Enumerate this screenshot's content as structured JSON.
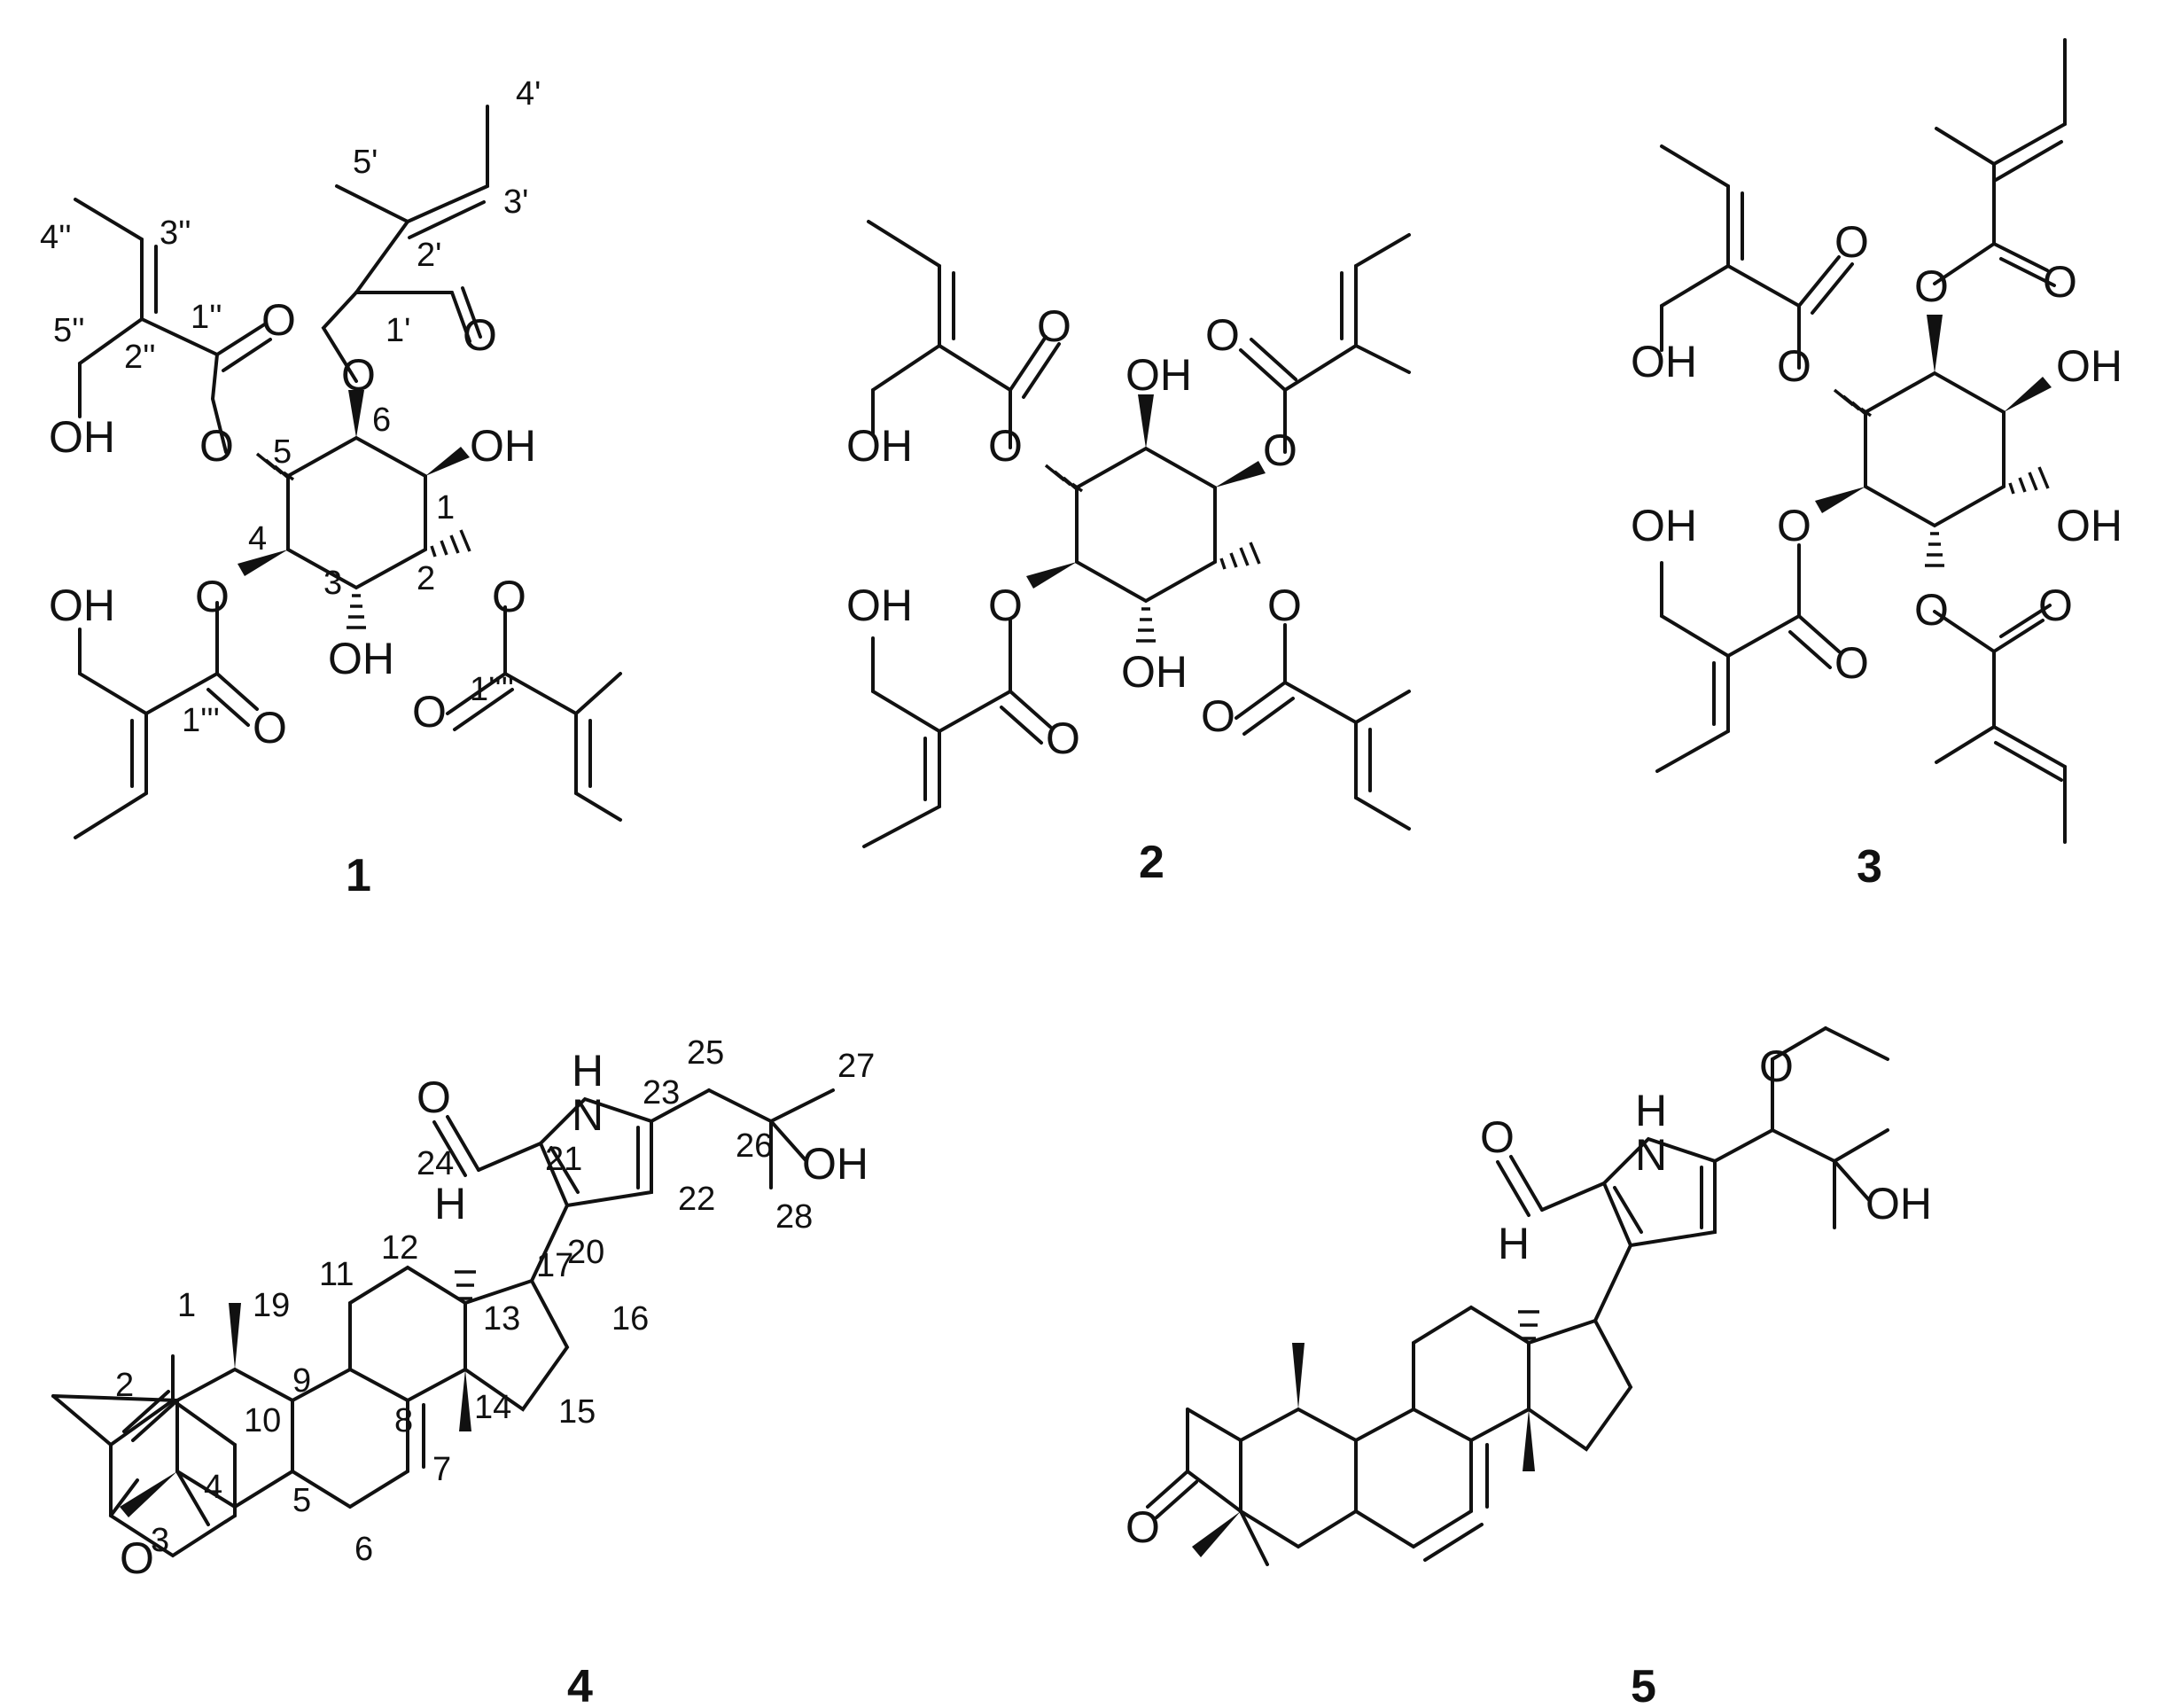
{
  "compounds": [
    {
      "id": "1"
    },
    {
      "id": "2"
    },
    {
      "id": "3"
    },
    {
      "id": "4"
    },
    {
      "id": "5"
    }
  ],
  "atom_labels": {
    "OH": "OH",
    "O": "O",
    "H": "H",
    "NH_N": "N",
    "NH_H": "H"
  },
  "locants_c1": {
    "l4p": "4'",
    "l5p": "5'",
    "l3p": "3'",
    "l2p": "2'",
    "l1p": "1'",
    "l4pp": "4''",
    "l3pp": "3''",
    "l5pp": "5''",
    "l2pp": "2''",
    "l1pp": "1''",
    "l1ppp": "1'''",
    "l1pppp": "1''''",
    "r1": "1",
    "r2": "2",
    "r3": "3",
    "r4": "4",
    "r5": "5",
    "r6": "6"
  },
  "locants_c4": {
    "n1": "1",
    "n2": "2",
    "n3": "3",
    "n4": "4",
    "n5": "5",
    "n6": "6",
    "n7": "7",
    "n8": "8",
    "n9": "9",
    "n10": "10",
    "n11": "11",
    "n12": "12",
    "n13": "13",
    "n14": "14",
    "n15": "15",
    "n16": "16",
    "n17": "17",
    "n19": "19",
    "n20": "20",
    "n21": "21",
    "n22": "22",
    "n23": "23",
    "n24": "24",
    "n25": "25",
    "n26": "26",
    "n27": "27",
    "n28": "28"
  }
}
